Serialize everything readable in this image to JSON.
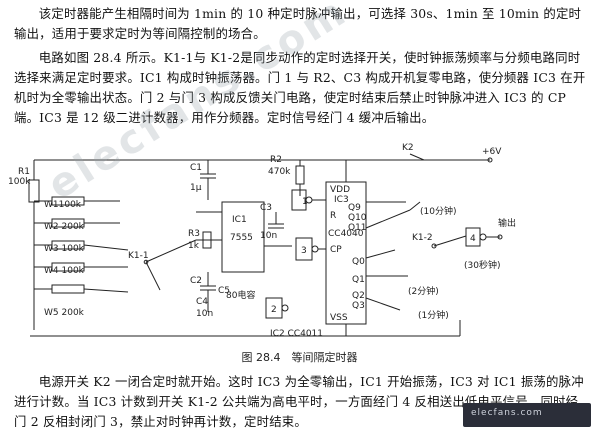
{
  "paragraphs": {
    "p1": "该定时器能产生相隔时间为 1min 的 10 种定时脉冲输出，可选择 30s、1min 至 10min 的定时输出，适用于要求定时为等间隔控制的场合。",
    "p2": "电路如图 28.4 所示。K1-1与 K1-2是同步动作的定时选择开关，使时钟振荡频率与分频电路同时选择来满足定时要求。IC1 构成时钟振荡器。门 1 与 R2、C3 构成开机复零电路，使分频器 IC3 在开机时为全零输出状态。门 2 与门 3 构成反馈关门电路，使定时结束后禁止时钟脉冲进入 IC3 的 CP 端。IC3 是 12 级二进计数器，用作分频器。定时信号经门 4 缓冲后输出。",
    "p3": "电源开关 K2 一闭合定时就开始。这时 IC3 为全零输出，IC1 开始振荡，IC3 对 IC1 振荡的脉冲进行计数。当 IC3 计数到开关 K1-2 公共端为高电平时，一方面经门 4 反相送出低电平信号，同时经门 2 反相封闭门 3，禁止对时钟再计数，定时结束。"
  },
  "caption": "图 28.4　等间隔定时器",
  "watermark": "elecfans.com",
  "logo_text": "elecfans.com",
  "diagram_labels": {
    "k2": "K2",
    "vcc": "+6V",
    "r1": "R1",
    "r1_val": "100k",
    "w1": "W1100k",
    "w2": "W2 200k",
    "w3": "W3 100k",
    "w4": "W4 100k",
    "w5": "W5 200k",
    "c1": "C1",
    "c1_val": "1μ",
    "r2": "R2",
    "r2_val": "470k",
    "r3": "R3",
    "r3_val": "1k",
    "c2": "C2",
    "c3": "C3",
    "c3_val": "10n",
    "c4": "C4",
    "c4_val": "10n",
    "c5": "C5",
    "c5_val": "80电容",
    "ic1": "IC1",
    "ic1_model": "7555",
    "ic3": "IC3",
    "ic3_model": "CC4040",
    "ic2_label": "IC2 CC4011",
    "k11": "K1-1",
    "k12": "K1-2",
    "vdd": "VDD",
    "vss": "VSS",
    "pin_r": "R",
    "pin_cp": "CP",
    "q0": "Q0",
    "q1": "Q1",
    "q2": "Q2",
    "q3": "Q3",
    "q9": "Q9",
    "q10": "Q10",
    "q11": "Q11",
    "out": "输出",
    "t10min": "(10分钟)",
    "t30s": "(30秒钟)",
    "t2min": "(2分钟)",
    "t1min": "(1分钟)",
    "g1": "1",
    "g2": "2",
    "g3": "3",
    "g4": "4"
  }
}
